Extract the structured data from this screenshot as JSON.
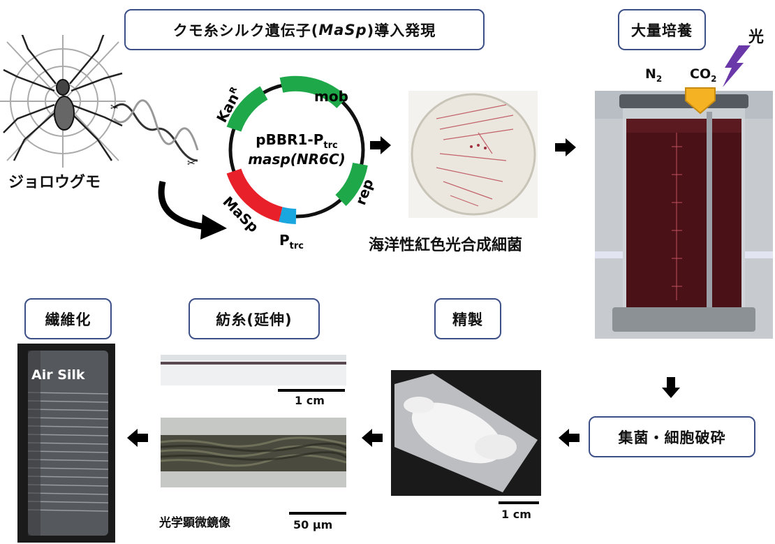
{
  "title_box": "クモ糸シルク遺伝子(MaSp)導入発現",
  "title_parts": {
    "pre": "クモ糸シルク遺伝子(",
    "italic": "MaSp",
    "post": ")導入発現"
  },
  "spider_label": "ジョロウグモ",
  "plasmid": {
    "name_line1": "pBBR1-P",
    "name_line1_sub": "trc",
    "name_line2": "masp(NR6C)",
    "kan": "Kan",
    "kan_sup": "R",
    "mob": "mob",
    "rep": "rep",
    "masp": "MaSp",
    "ptrc": "P",
    "ptrc_sub": "trc"
  },
  "bacteria_label": "海洋性紅色光合成細菌",
  "culture_box": "大量培養",
  "light_label": "光",
  "gas": {
    "n2": "N",
    "n2_sub": "2",
    "co2": "CO",
    "co2_sub": "2"
  },
  "harvest_box": "集菌・細胞破砕",
  "purify_box": "精製",
  "spin_box": "紡糸(延伸)",
  "fiber_box": "繊維化",
  "airsilk_label": "Air Silk",
  "scale": {
    "cm1": "1 cm",
    "cm2": "1 cm",
    "um": "50 μm"
  },
  "microscope_label": "光学顕微鏡像",
  "colors": {
    "box_border": "#3c4f86",
    "green": "#1fa84a",
    "red": "#e8202a",
    "blue": "#1aa7e0",
    "culture": "#4a1116",
    "co2_marker": "#f5b324",
    "lightning": "#6a38a8"
  }
}
